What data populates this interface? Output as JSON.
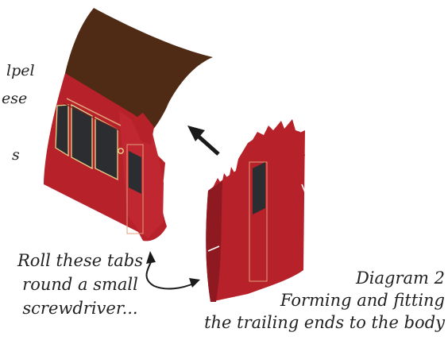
{
  "notes": {
    "left_fragment_1": "lpel",
    "left_fragment_2": "ese",
    "left_fragment_3": "s",
    "tabs_note": [
      "Roll these tabs",
      "round a small",
      "screwdriver..."
    ]
  },
  "caption": {
    "number": "Diagram 2",
    "title_line_1": "Forming and fitting",
    "title_line_2": "the trailing ends to the body"
  },
  "colors": {
    "body_red": "#b72129",
    "roof_brown": "#4f2a14",
    "window_glass": "#2b2d30",
    "window_frame": "#e7d38a",
    "lining": "#e0a07a",
    "arrow": "#1a1a1a"
  }
}
